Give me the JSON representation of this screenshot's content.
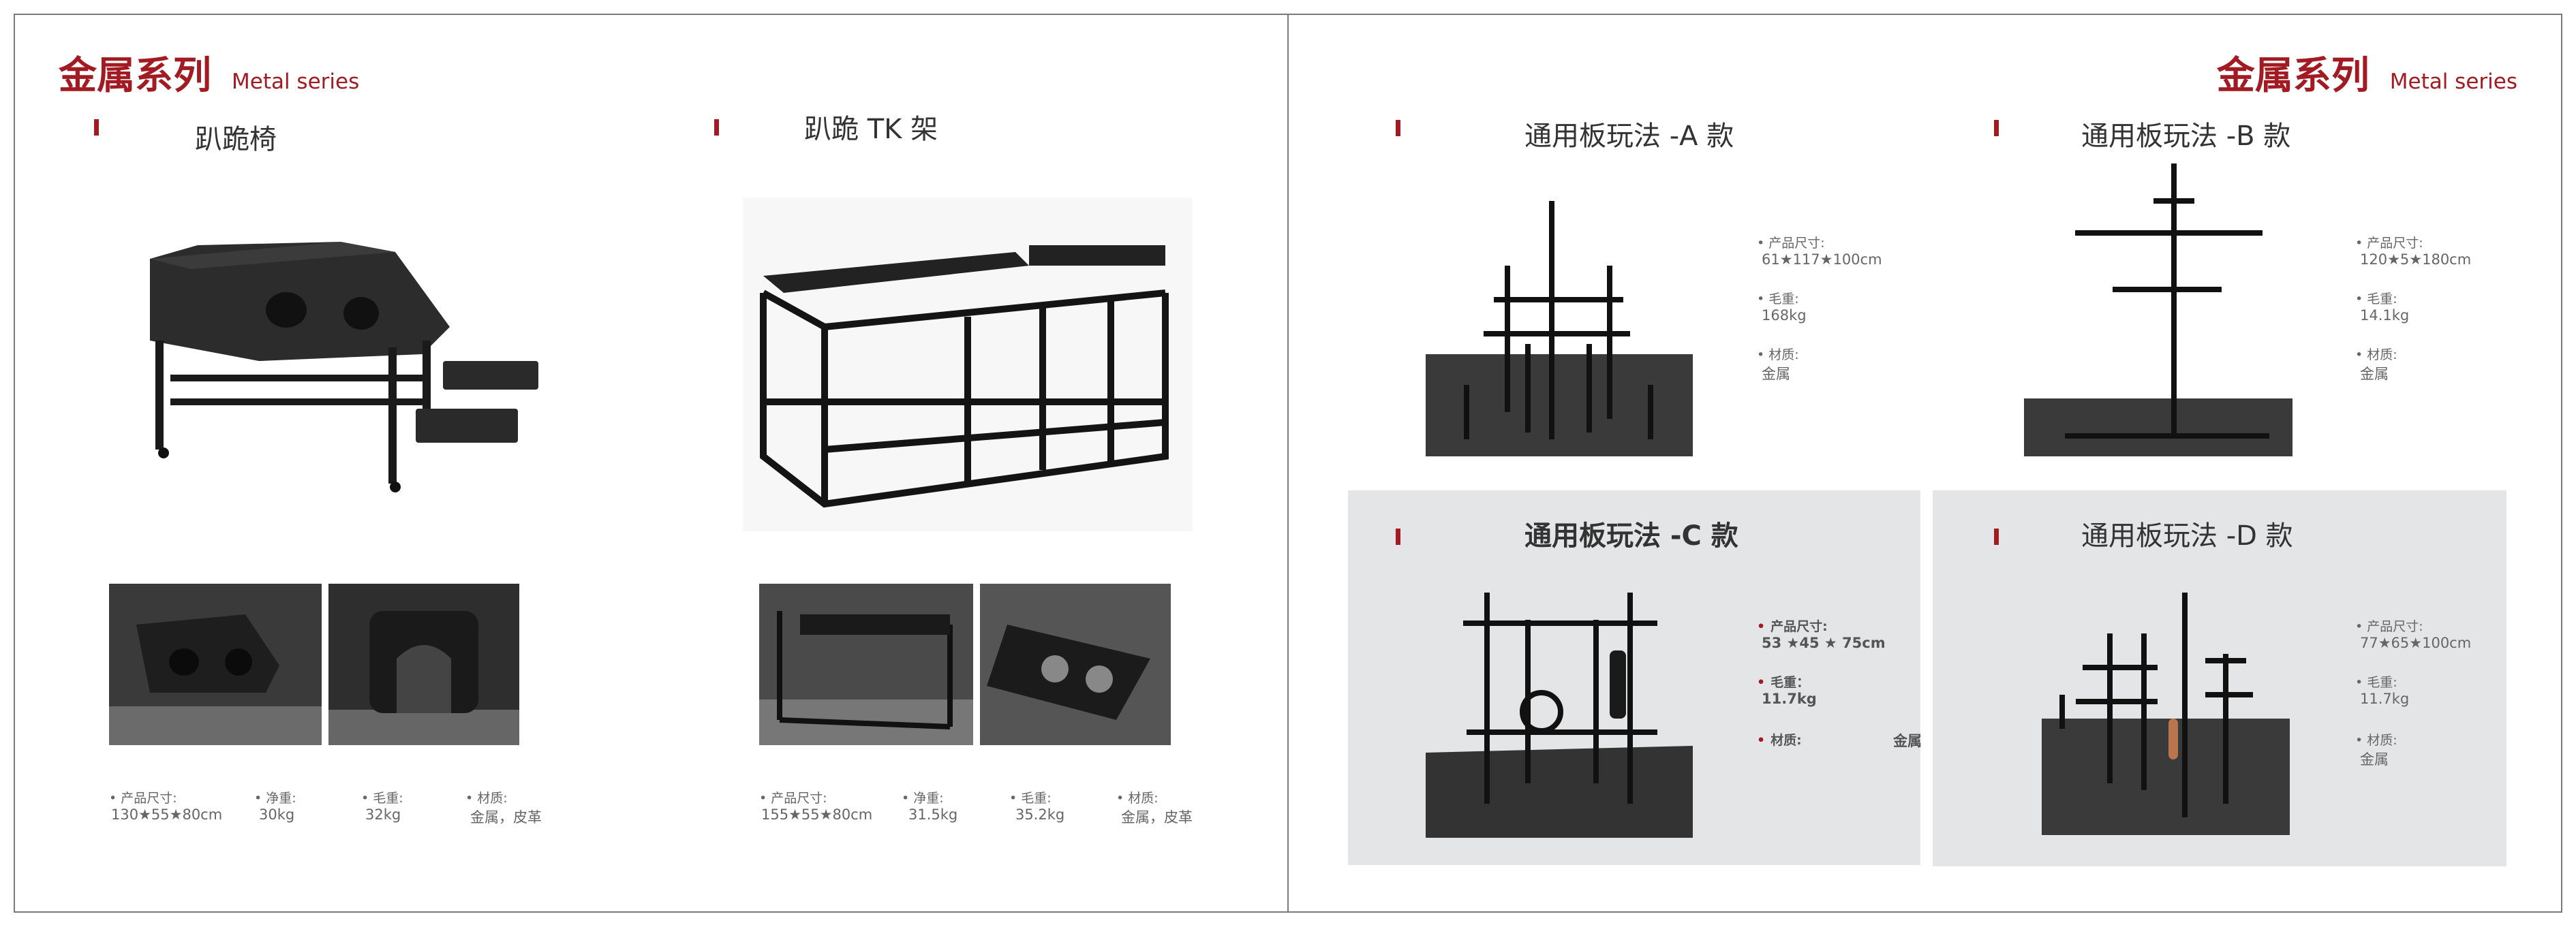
{
  "left_header": {
    "title_zh": "金属系列",
    "title_en": "Metal series"
  },
  "right_header": {
    "title_zh": "金属系列",
    "title_en": "Metal series"
  },
  "products": {
    "kneeling_chair": {
      "name": "趴跪椅",
      "specs": [
        {
          "label": "产品尺寸:",
          "value": "130★55★80cm"
        },
        {
          "label": "净重:",
          "value": "30kg"
        },
        {
          "label": "毛重:",
          "value": "32kg"
        },
        {
          "label": "材质:",
          "value": "金属，皮革"
        }
      ]
    },
    "tk_frame": {
      "name": "趴跪 TK 架",
      "specs": [
        {
          "label": "产品尺寸:",
          "value": "155★55★80cm"
        },
        {
          "label": "净重:",
          "value": "31.5kg"
        },
        {
          "label": "毛重:",
          "value": "35.2kg"
        },
        {
          "label": "材质:",
          "value": "金属，皮革"
        }
      ]
    },
    "board_a": {
      "name": "通用板玩法 -A 款",
      "specs": [
        {
          "label": "产品尺寸:",
          "value": "61★117★100cm"
        },
        {
          "label": "毛重:",
          "value": "168kg"
        },
        {
          "label": "材质:",
          "value": "金属"
        }
      ]
    },
    "board_b": {
      "name": "通用板玩法 -B 款",
      "specs": [
        {
          "label": "产品尺寸:",
          "value": "120★5★180cm"
        },
        {
          "label": "毛重:",
          "value": "14.1kg"
        },
        {
          "label": "材质:",
          "value": "金属"
        }
      ]
    },
    "board_c": {
      "name": "通用板玩法 -C 款",
      "specs": [
        {
          "label": "产品尺寸:",
          "value": "53 ★45 ★ 75cm"
        },
        {
          "label": "毛重：",
          "value": "11.7kg"
        },
        {
          "label": "材质:",
          "value": "金属"
        }
      ]
    },
    "board_d": {
      "name": "通用板玩法 -D 款",
      "specs": [
        {
          "label": "产品尺寸:",
          "value": "77★65★100cm"
        },
        {
          "label": "毛重:",
          "value": "11.7kg"
        },
        {
          "label": "材质:",
          "value": "金属"
        }
      ]
    }
  },
  "icons": {
    "bullet": "bullet-dot",
    "accent_bar": "red-accent-bar"
  },
  "colors": {
    "accent": "#a31b22",
    "panel_bg": "#e4e5e7",
    "text": "#333333",
    "spec_text": "#666666"
  }
}
